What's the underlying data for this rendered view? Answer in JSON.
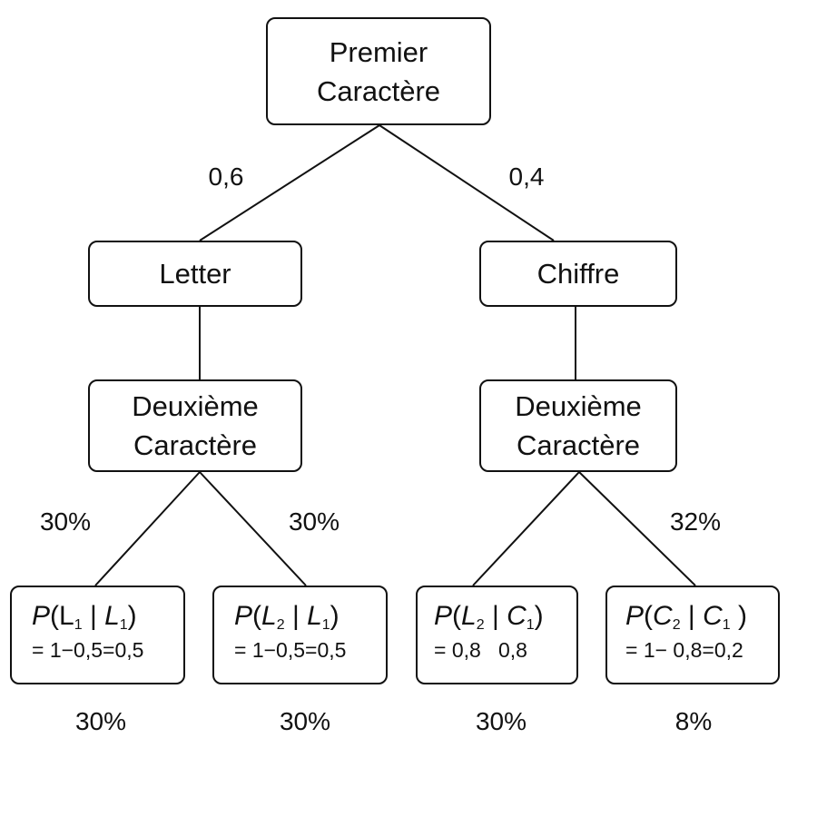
{
  "root": {
    "line1": "Premier",
    "line2": "Caractère"
  },
  "level1": {
    "letter": {
      "label": "Letter",
      "prob": "0,6"
    },
    "digit": {
      "label": "Chiffre",
      "prob": "0,4"
    }
  },
  "level2": {
    "left": {
      "line1": "Deuxième",
      "line2": "Caractère",
      "prob_left": "30%",
      "prob_right": "30%"
    },
    "right": {
      "line1": "Deuxième",
      "line2": "Caractère",
      "prob_right": "32%"
    }
  },
  "leaves": [
    {
      "func": "P",
      "open": "(",
      "a": "L",
      "a_sub": "1",
      "sep": " | ",
      "b": "L",
      "b_sub": "1",
      "close": ")",
      "eq": "= 1−0,5=0,5",
      "total": "30%"
    },
    {
      "func": "P",
      "open": "(",
      "a": "L",
      "a_sub": "2",
      "sep": " | ",
      "b": "L",
      "b_sub": "1",
      "close": ")",
      "eq": "= 1−0,5=0,5",
      "total": "30%"
    },
    {
      "func": "P",
      "open": "(",
      "a": "L",
      "a_sub": "2",
      "sep": " | ",
      "b": "C",
      "b_sub": "1",
      "close": ")",
      "eq": "= 0,8   0,8",
      "total": "30%"
    },
    {
      "func": "P",
      "open": "(",
      "a": "C",
      "a_sub": "2",
      "sep": " | ",
      "b": "C",
      "b_sub": "1",
      "close": " )",
      "eq": "= 1− 0,8=0,2",
      "total": "8%"
    }
  ]
}
